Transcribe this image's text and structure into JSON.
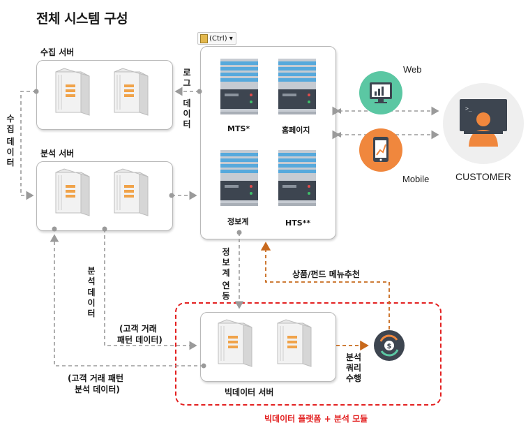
{
  "title": "전체 시스템 구성",
  "ctrl_badge": "(Ctrl)",
  "groups": {
    "collect_server": "수집 서버",
    "analysis_server": "분석 서버",
    "bigdata_server": "빅데이터 서버",
    "bigdata_module": "빅데이터 플랫폼 + 분석 모듈"
  },
  "core_servers": {
    "mts": "MTS*",
    "homepage": "홈페이지",
    "infosys": "정보계",
    "hts": "HTS**"
  },
  "flow_labels": {
    "log_data_1": "로그",
    "log_data_2": "데이터",
    "collect_data_1": "수집",
    "collect_data_2": "데이터",
    "analysis_data_1": "분석",
    "analysis_data_2": "데이터",
    "info_link_1": "정보계",
    "info_link_2": "연동",
    "customer_pattern_data_1": "(고객 거래",
    "customer_pattern_data_2": "패턴 데이터)",
    "customer_pattern_analysis_1": "(고객 거래 패턴",
    "customer_pattern_analysis_2": "분석 데이터)",
    "analysis_query_1": "분석",
    "analysis_query_2": "쿼리",
    "analysis_query_3": "수행",
    "product_recommend": "상품/펀드 메뉴추천"
  },
  "channels": {
    "web": "Web",
    "mobile": "Mobile",
    "customer": "CUSTOMER"
  },
  "colors": {
    "gray_arrow": "#9a9a9a",
    "orange_arrow": "#c8691c",
    "red_dashed": "#e32020",
    "web_circle": "#5bc7a3",
    "mobile_circle": "#f0873d",
    "customer_circle": "#efefef",
    "rack_blue": "#57a9dc",
    "rack_body": "#c6cbd2",
    "rack_dark": "#3d4550"
  }
}
